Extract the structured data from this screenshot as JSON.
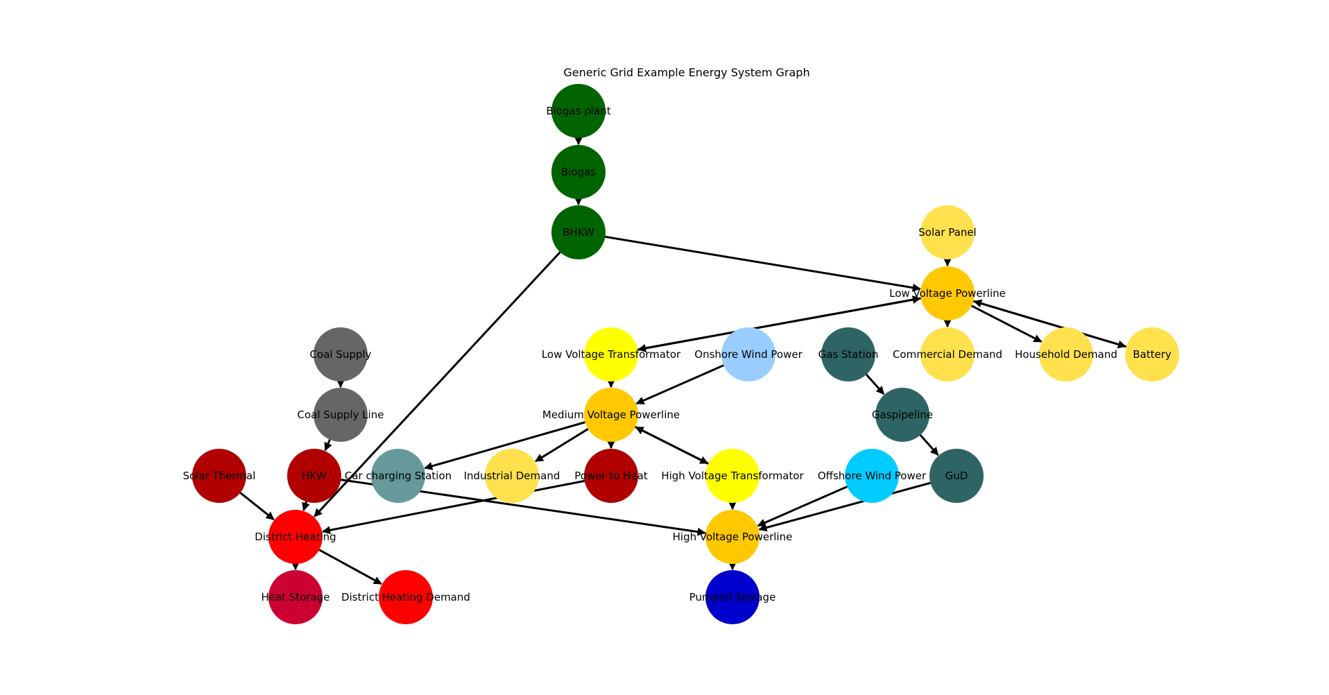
{
  "title": "Generic Grid Example Energy System Graph",
  "nodes": [
    {
      "id": "biogas_plant",
      "label": "Biogas plant",
      "color": "#006400"
    },
    {
      "id": "biogas",
      "label": "Biogas",
      "color": "#006400"
    },
    {
      "id": "bhkw",
      "label": "BHKW",
      "color": "#006400"
    },
    {
      "id": "solar_panel",
      "label": "Solar Panel",
      "color": "#FFE14D"
    },
    {
      "id": "lv_powerline",
      "label": "Low Voltage Powerline",
      "color": "#FFC800"
    },
    {
      "id": "commercial_demand",
      "label": "Commercial Demand",
      "color": "#FFE14D"
    },
    {
      "id": "household_demand",
      "label": "Household Demand",
      "color": "#FFE14D"
    },
    {
      "id": "battery",
      "label": "Battery",
      "color": "#FFE14D"
    },
    {
      "id": "lv_transformator",
      "label": "Low Voltage Transformator",
      "color": "#FFFF00"
    },
    {
      "id": "onshore_wind",
      "label": "Onshore Wind Power",
      "color": "#99CCFF"
    },
    {
      "id": "gas_station",
      "label": "Gas Station",
      "color": "#2F6464"
    },
    {
      "id": "gaspipeline",
      "label": "Gaspipeline",
      "color": "#2F6464"
    },
    {
      "id": "gud",
      "label": "GuD",
      "color": "#2F6464"
    },
    {
      "id": "coal_supply",
      "label": "Coal Supply",
      "color": "#666666"
    },
    {
      "id": "coal_supply_line",
      "label": "Coal Supply Line",
      "color": "#666666"
    },
    {
      "id": "mv_powerline",
      "label": "Medium Voltage Powerline",
      "color": "#FFC800"
    },
    {
      "id": "solar_thermal",
      "label": "Solar Thermal",
      "color": "#B00000"
    },
    {
      "id": "hkw",
      "label": "HKW",
      "color": "#B00000"
    },
    {
      "id": "car_charging",
      "label": "Car charging Station",
      "color": "#669999"
    },
    {
      "id": "industrial_demand",
      "label": "Industrial Demand",
      "color": "#FFE14D"
    },
    {
      "id": "power_to_heat",
      "label": "Power to Heat",
      "color": "#B00000"
    },
    {
      "id": "hv_transformator",
      "label": "High Voltage Transformator",
      "color": "#FFFF00"
    },
    {
      "id": "offshore_wind",
      "label": "Offshore Wind Power",
      "color": "#00CCFF"
    },
    {
      "id": "district_heating",
      "label": "District Heating",
      "color": "#FF0000"
    },
    {
      "id": "hv_powerline",
      "label": "High Voltage Powerline",
      "color": "#FFC800"
    },
    {
      "id": "heat_storage",
      "label": "Heat Storage",
      "color": "#CC0033"
    },
    {
      "id": "district_heating_demand",
      "label": "District Heating Demand",
      "color": "#FF0000"
    },
    {
      "id": "pumped_storage",
      "label": "Pumped Storage",
      "color": "#0000CC"
    }
  ],
  "edges": [
    {
      "from": "biogas_plant",
      "to": "biogas"
    },
    {
      "from": "biogas",
      "to": "bhkw"
    },
    {
      "from": "bhkw",
      "to": "lv_powerline"
    },
    {
      "from": "bhkw",
      "to": "district_heating"
    },
    {
      "from": "solar_panel",
      "to": "lv_powerline"
    },
    {
      "from": "lv_powerline",
      "to": "commercial_demand"
    },
    {
      "from": "lv_powerline",
      "to": "household_demand"
    },
    {
      "from": "lv_powerline",
      "to": "battery"
    },
    {
      "from": "battery",
      "to": "lv_powerline"
    },
    {
      "from": "lv_powerline",
      "to": "lv_transformator"
    },
    {
      "from": "lv_transformator",
      "to": "lv_powerline"
    },
    {
      "from": "lv_transformator",
      "to": "mv_powerline"
    },
    {
      "from": "onshore_wind",
      "to": "mv_powerline"
    },
    {
      "from": "mv_powerline",
      "to": "car_charging"
    },
    {
      "from": "mv_powerline",
      "to": "industrial_demand"
    },
    {
      "from": "mv_powerline",
      "to": "power_to_heat"
    },
    {
      "from": "mv_powerline",
      "to": "hv_transformator"
    },
    {
      "from": "hv_transformator",
      "to": "mv_powerline"
    },
    {
      "from": "hv_transformator",
      "to": "hv_powerline"
    },
    {
      "from": "power_to_heat",
      "to": "district_heating"
    },
    {
      "from": "gas_station",
      "to": "gaspipeline"
    },
    {
      "from": "gaspipeline",
      "to": "gud"
    },
    {
      "from": "gud",
      "to": "hv_powerline"
    },
    {
      "from": "offshore_wind",
      "to": "hv_powerline"
    },
    {
      "from": "hv_powerline",
      "to": "pumped_storage"
    },
    {
      "from": "coal_supply",
      "to": "coal_supply_line"
    },
    {
      "from": "coal_supply_line",
      "to": "hkw"
    },
    {
      "from": "hkw",
      "to": "district_heating"
    },
    {
      "from": "hkw",
      "to": "hv_powerline"
    },
    {
      "from": "solar_thermal",
      "to": "district_heating"
    },
    {
      "from": "district_heating",
      "to": "heat_storage"
    },
    {
      "from": "district_heating",
      "to": "district_heating_demand"
    }
  ]
}
